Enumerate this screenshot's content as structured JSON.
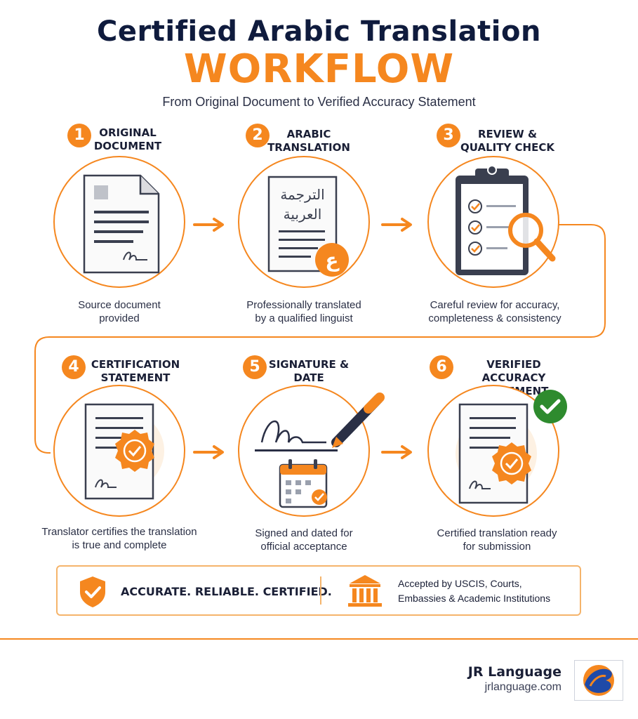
{
  "header": {
    "title_line1": "Certified Arabic Translation",
    "title_line2": "WORKFLOW",
    "subtitle": "From Original Document to Verified Accuracy Statement"
  },
  "steps": [
    {
      "number": "1",
      "title_line1": "ORIGINAL",
      "title_line2": "DOCUMENT",
      "desc_line1": "Source document",
      "desc_line2": "provided",
      "icon": "document-icon"
    },
    {
      "number": "2",
      "title_line1": "ARABIC",
      "title_line2": "TRANSLATION",
      "desc_line1": "Professionally translated",
      "desc_line2": "by a qualified linguist",
      "icon": "arabic-document-icon",
      "arabic_line1": "الترجمة",
      "arabic_line2": "العربية",
      "arabic_badge": "ع"
    },
    {
      "number": "3",
      "title_line1": "REVIEW &",
      "title_line2": "QUALITY CHECK",
      "desc_line1": "Careful review for accuracy,",
      "desc_line2": "completeness & consistency",
      "icon": "clipboard-magnifier-icon"
    },
    {
      "number": "4",
      "title_line1": "CERTIFICATION",
      "title_line2": "STATEMENT",
      "desc_line1": "Translator certifies the translation",
      "desc_line2": "is true and complete",
      "icon": "certificate-icon"
    },
    {
      "number": "5",
      "title_line1": "SIGNATURE &",
      "title_line2": "DATE",
      "desc_line1": "Signed and dated for",
      "desc_line2": "official acceptance",
      "icon": "signature-calendar-icon"
    },
    {
      "number": "6",
      "title_line1": "VERIFIED ACCURACY",
      "title_line2": "STATEMENT",
      "desc_line1": "Certified translation ready",
      "desc_line2": "for submission",
      "icon": "verified-document-icon"
    }
  ],
  "banner": {
    "tagline": "ACCURATE. RELIABLE. CERTIFIED.",
    "accepted_line1": "Accepted by USCIS, Courts,",
    "accepted_line2": "Embassies & Academic Institutions",
    "left_icon": "shield-check-icon",
    "right_icon": "institution-icon"
  },
  "footer": {
    "brand_name": "JR Language",
    "brand_url": "jrlanguage.com",
    "logo_icon": "jr-logo-icon"
  },
  "colors": {
    "accent": "#f5871f",
    "navy": "#0f1b3d",
    "green": "#2e8b2e",
    "icon_dark": "#3a3f4f"
  }
}
